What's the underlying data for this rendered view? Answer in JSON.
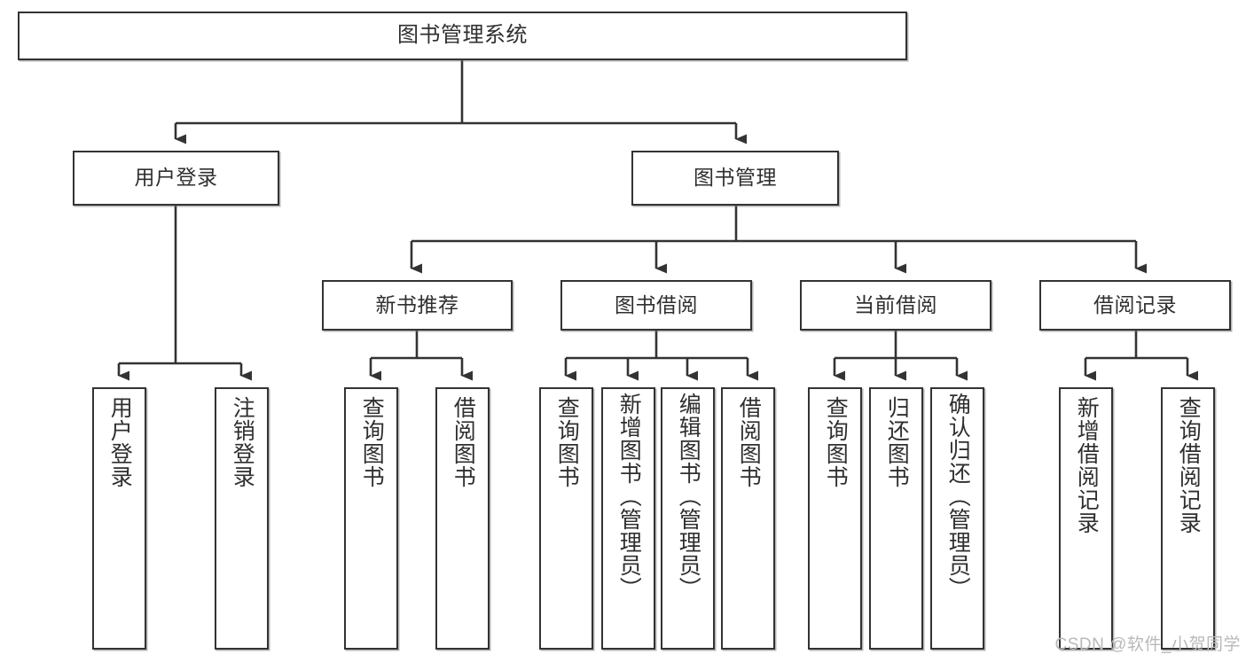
{
  "diagram": {
    "title": "图书管理系统",
    "type": "tree-hierarchy-chart",
    "watermark": "CSDN @软件_小贺同学",
    "colors": {
      "box_border": "#333333",
      "box_fill": "#ffffff",
      "connector": "#333333",
      "text": "#2f2f2f",
      "watermark": "#b9b9b9",
      "background": "#ffffff"
    },
    "levels": {
      "root": {
        "label": "图书管理系统"
      },
      "level2": [
        {
          "id": "user-login",
          "label": "用户登录"
        },
        {
          "id": "book-management",
          "label": "图书管理"
        }
      ],
      "level3": [
        {
          "id": "new-book-recommend",
          "label": "新书推荐",
          "parent": "book-management"
        },
        {
          "id": "book-borrow",
          "label": "图书借阅",
          "parent": "book-management"
        },
        {
          "id": "current-borrow",
          "label": "当前借阅",
          "parent": "book-management"
        },
        {
          "id": "borrow-record",
          "label": "借阅记录",
          "parent": "book-management"
        }
      ],
      "leaves": [
        {
          "id": "leaf-user-login",
          "label": "用户登录",
          "parent": "user-login"
        },
        {
          "id": "leaf-logout-login",
          "label": "注销登录",
          "parent": "user-login"
        },
        {
          "id": "leaf-query-book-1",
          "label": "查询图书",
          "parent": "new-book-recommend"
        },
        {
          "id": "leaf-borrow-book-1",
          "label": "借阅图书",
          "parent": "new-book-recommend"
        },
        {
          "id": "leaf-query-book-2",
          "label": "查询图书",
          "parent": "book-borrow"
        },
        {
          "id": "leaf-add-book",
          "label": "新增图书（管理员）",
          "parent": "book-borrow"
        },
        {
          "id": "leaf-edit-book",
          "label": "编辑图书（管理员）",
          "parent": "book-borrow"
        },
        {
          "id": "leaf-borrow-book-2",
          "label": "借阅图书",
          "parent": "book-borrow"
        },
        {
          "id": "leaf-query-book-3",
          "label": "查询图书",
          "parent": "current-borrow"
        },
        {
          "id": "leaf-return-book",
          "label": "归还图书",
          "parent": "current-borrow"
        },
        {
          "id": "leaf-confirm-return",
          "label": "确认归还（管理员）",
          "parent": "current-borrow"
        },
        {
          "id": "leaf-add-record",
          "label": "新增借阅记录",
          "parent": "borrow-record"
        },
        {
          "id": "leaf-query-record",
          "label": "查询借阅记录",
          "parent": "borrow-record"
        }
      ]
    }
  }
}
